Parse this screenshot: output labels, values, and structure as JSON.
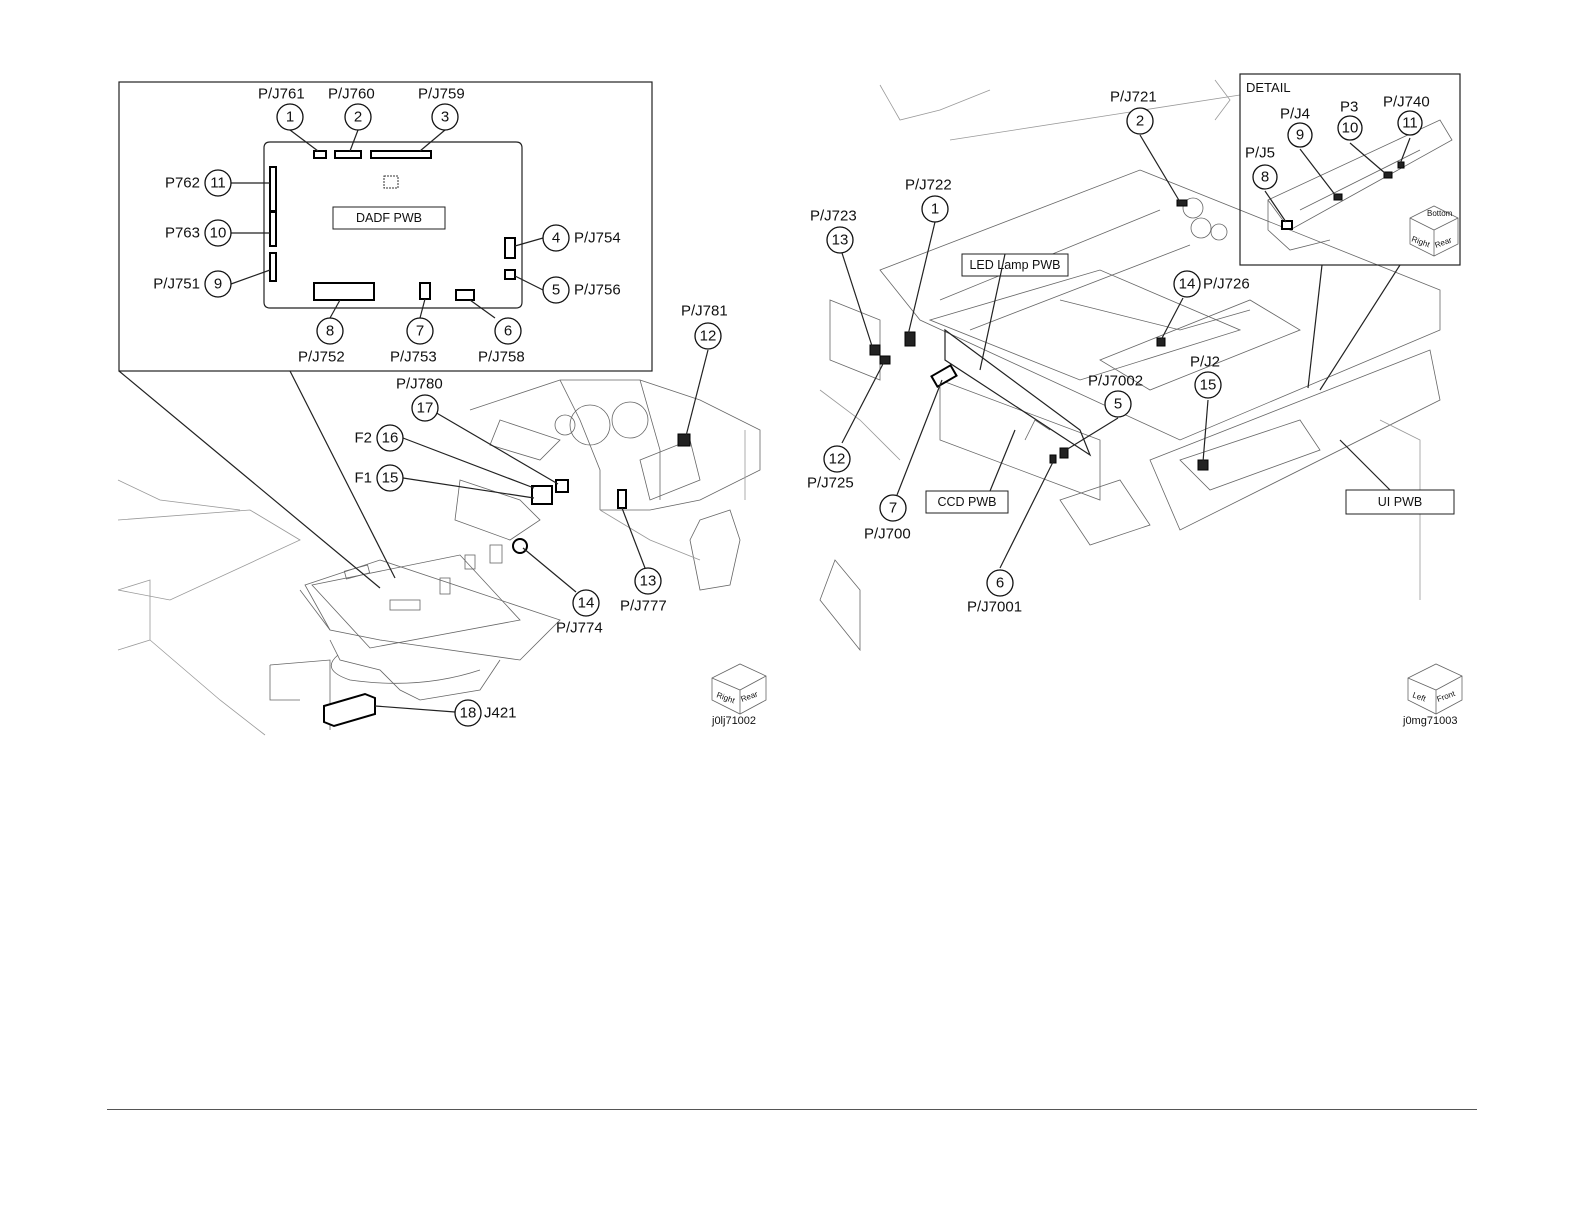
{
  "left_figure": {
    "board_label": "DADF PWB",
    "figure_id": "j0lj71002",
    "orientation_cube": [
      "Right",
      "Rear"
    ],
    "callouts": [
      {
        "num": "1",
        "label": "P/J761"
      },
      {
        "num": "2",
        "label": "P/J760"
      },
      {
        "num": "3",
        "label": "P/J759"
      },
      {
        "num": "4",
        "label": "P/J754"
      },
      {
        "num": "5",
        "label": "P/J756"
      },
      {
        "num": "6",
        "label": "P/J758"
      },
      {
        "num": "7",
        "label": "P/J753"
      },
      {
        "num": "8",
        "label": "P/J752"
      },
      {
        "num": "9",
        "label": "P/J751"
      },
      {
        "num": "10",
        "label": "P763"
      },
      {
        "num": "11",
        "label": "P762"
      },
      {
        "num": "12",
        "label": "P/J781"
      },
      {
        "num": "13",
        "label": "P/J777"
      },
      {
        "num": "14",
        "label": "P/J774"
      },
      {
        "num": "15",
        "label": "F1"
      },
      {
        "num": "16",
        "label": "F2"
      },
      {
        "num": "17",
        "label": "P/J780"
      },
      {
        "num": "18",
        "label": "J421"
      }
    ]
  },
  "right_figure": {
    "detail_label": "DETAIL",
    "box_labels": {
      "led": "LED Lamp PWB",
      "ccd": "CCD PWB",
      "ui": "UI PWB"
    },
    "figure_id": "j0mg71003",
    "orientation_cube": [
      "Left",
      "Front"
    ],
    "detail_cube": [
      "Bottom",
      "Right",
      "Rear"
    ],
    "callouts": [
      {
        "num": "1",
        "label": "P/J722"
      },
      {
        "num": "2",
        "label": "P/J721"
      },
      {
        "num": "5",
        "label": "P/J7002"
      },
      {
        "num": "6",
        "label": "P/J7001"
      },
      {
        "num": "7",
        "label": "P/J700"
      },
      {
        "num": "8",
        "label": "P/J5"
      },
      {
        "num": "9",
        "label": "P/J4"
      },
      {
        "num": "10",
        "label": "P3"
      },
      {
        "num": "11",
        "label": "P/J740"
      },
      {
        "num": "12",
        "label": "P/J725"
      },
      {
        "num": "13",
        "label": "P/J723"
      },
      {
        "num": "14",
        "label": "P/J726"
      },
      {
        "num": "15",
        "label": "P/J2"
      }
    ]
  }
}
